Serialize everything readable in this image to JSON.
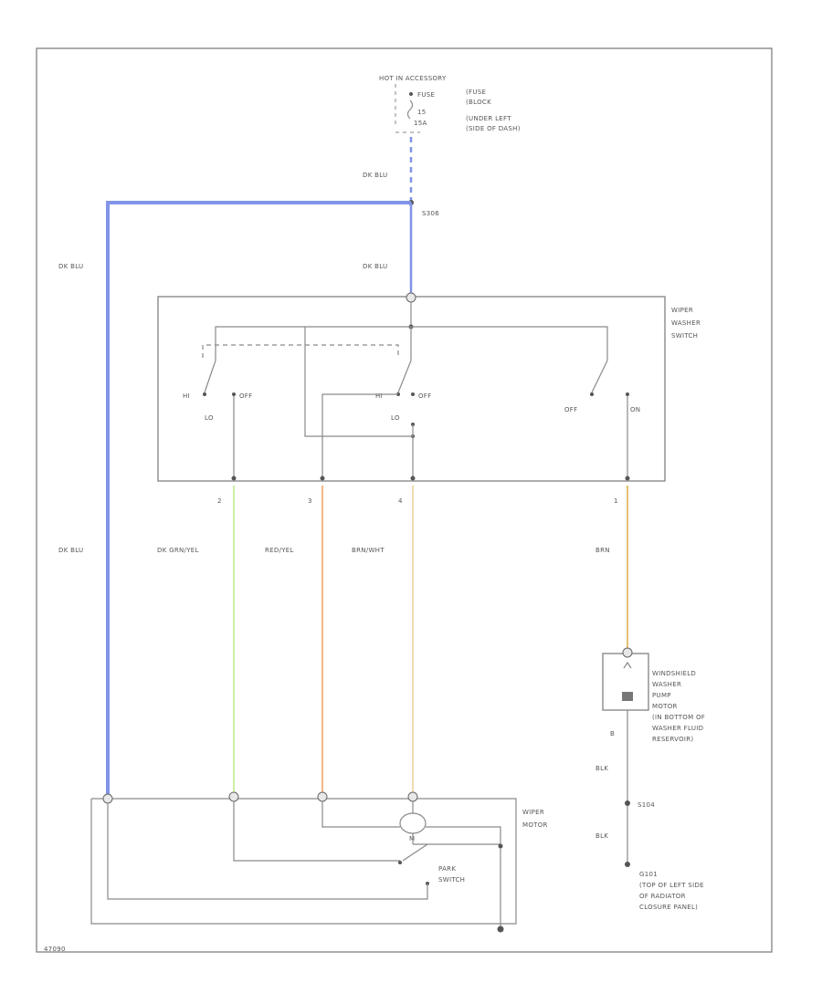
{
  "colors": {
    "dk_blu": "#8094e8",
    "dk_grn_yel": "#ccf0a0",
    "red_yel": "#f4b68a",
    "brn_wht": "#f0dcb0",
    "brn": "#e6c070",
    "line": "#8a8a8a"
  },
  "fuse": {
    "title": "HOT IN ACCESSORY",
    "pin_label": "FUSE",
    "amp": "15",
    "sub": "15A",
    "desc": [
      "(FUSE",
      "(BLOCK",
      "(UNDER LEFT",
      "(SIDE OF DASH)"
    ]
  },
  "labels": {
    "dkblu_top": "DK BLU",
    "splice_top": "S306",
    "dkblu_left": "DK BLU",
    "dkblu_mid": "DK BLU",
    "dkblu_lower": "DK BLU",
    "wire_grn": "DK GRN/YEL",
    "wire_red": "RED/YEL",
    "wire_brn_wht": "BRN/WHT",
    "wire_brn": "BRN",
    "pin_2": "2",
    "pin_3": "3",
    "pin_4": "4",
    "pin_1": "1",
    "pin_b": "B",
    "blk_1": "BLK",
    "blk_2": "BLK",
    "splice_bottom": "S104",
    "figure_id": "47090"
  },
  "switch": {
    "title": [
      "WIPER",
      "WASHER",
      "SWITCH"
    ],
    "hi": "HI",
    "off1": "OFF",
    "lo1": "LO",
    "hi2": "HI",
    "off2": "OFF",
    "lo2": "LO",
    "off3": "OFF",
    "on": "ON"
  },
  "pump": {
    "label": [
      "WINDSHIELD",
      "WASHER",
      "PUMP",
      "MOTOR",
      "(IN BOTTOM OF",
      "WASHER FLUID",
      "RESERVOIR)"
    ]
  },
  "wiper_motor": {
    "label": [
      "WIPER",
      "MOTOR"
    ],
    "m": "M",
    "park": [
      "PARK",
      "SWITCH"
    ]
  },
  "ground": {
    "id": "G101",
    "desc": [
      "(TOP OF LEFT SIDE",
      "OF RADIATOR",
      "CLOSURE PANEL)"
    ]
  }
}
